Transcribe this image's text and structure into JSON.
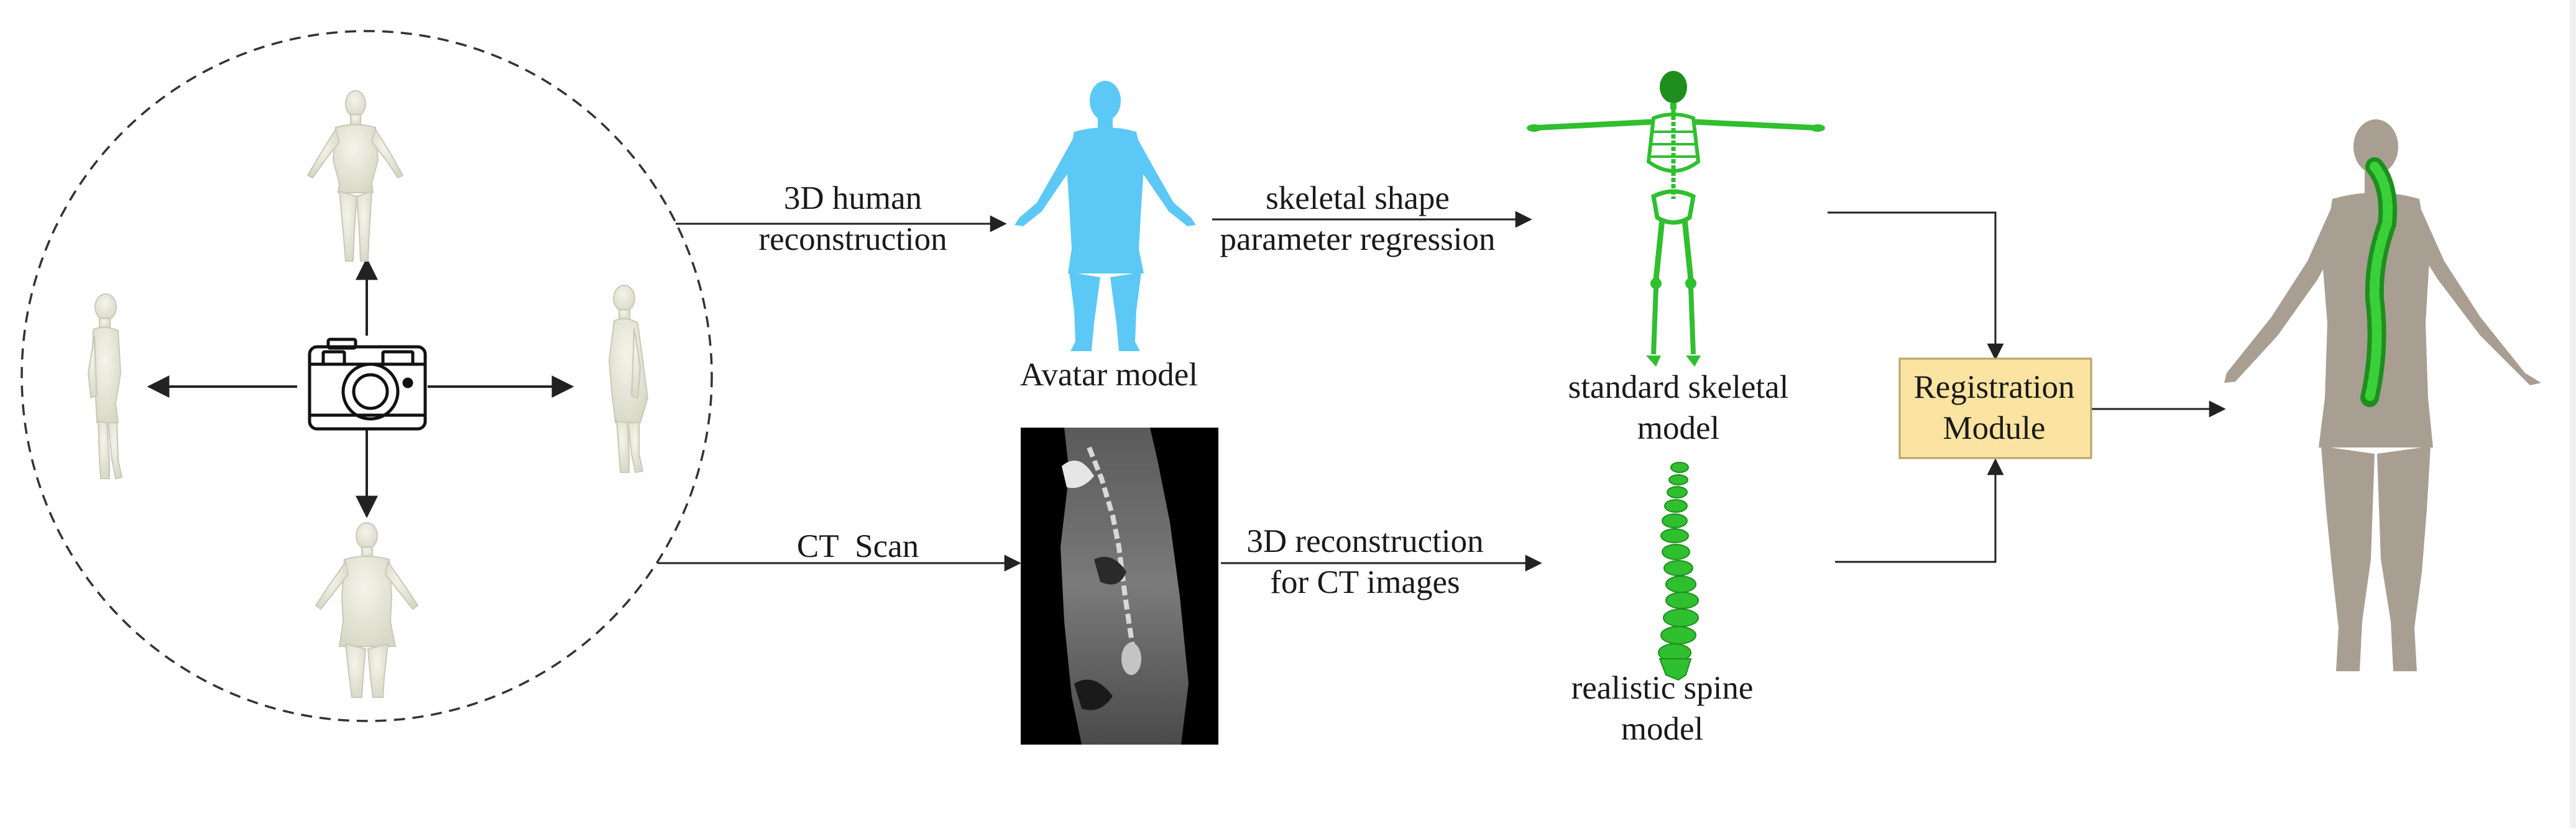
{
  "arrows": {
    "human_reconstruction": [
      "3D human",
      "reconstruction"
    ],
    "skeletal_regression": [
      "skeletal shape",
      "parameter regression"
    ],
    "ct_scan": "CT  Scan",
    "ct_reconstruction": [
      "3D reconstruction",
      "for CT images"
    ]
  },
  "models": {
    "avatar": "Avatar model",
    "standard_skeletal": [
      "standard skeletal",
      "model"
    ],
    "realistic_spine": [
      "realistic spine",
      "model"
    ]
  },
  "registration_module": [
    "Registration",
    "Module"
  ],
  "colors": {
    "avatar": "#5cc8f5",
    "skeleton": "#2fbf2f",
    "skeleton_dark": "#1e8f1e",
    "registration_fill": "#fbe3a1",
    "registration_border": "#b8a26a",
    "figure_gray": "#e6e6d8",
    "result_body": "#a89f92",
    "line": "#222222"
  }
}
